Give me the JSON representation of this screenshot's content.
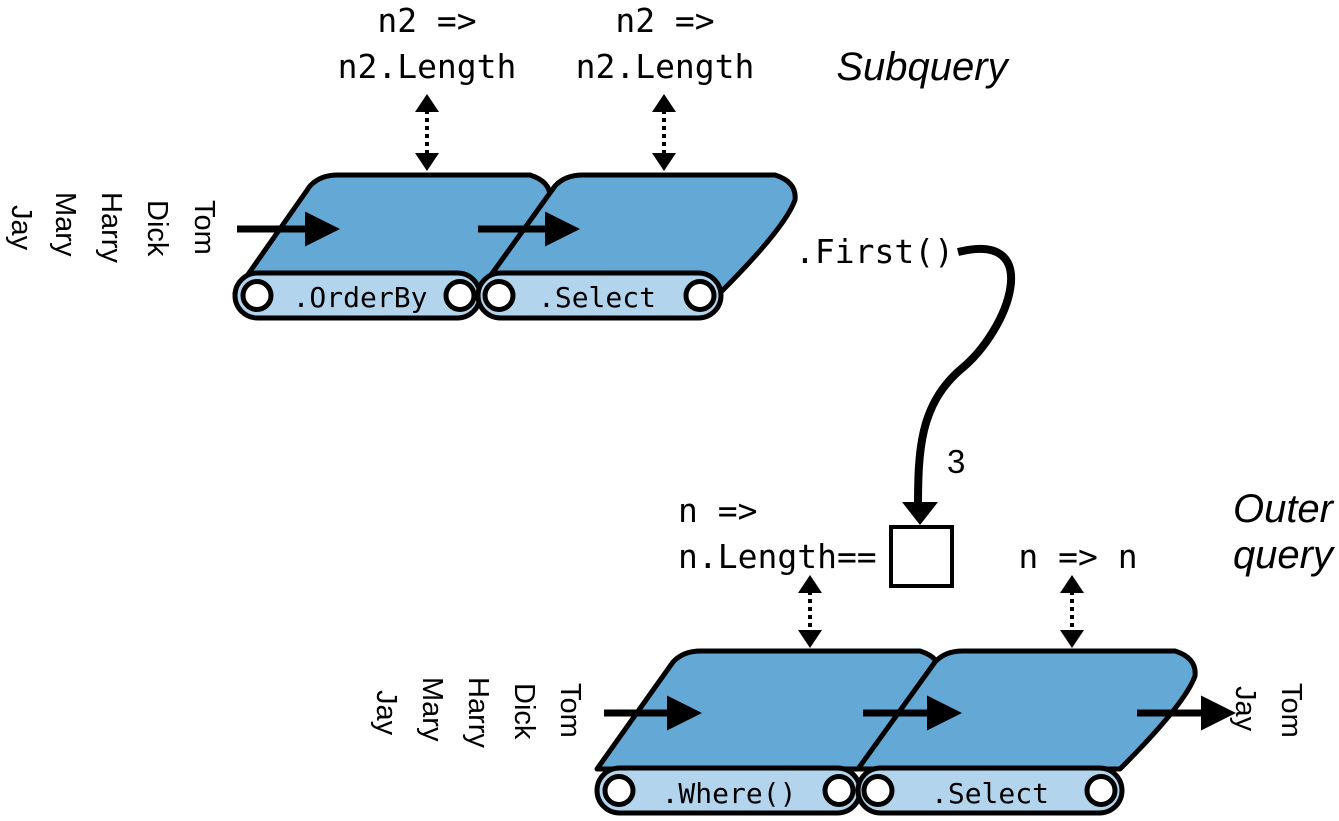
{
  "subquery": {
    "label": "Subquery",
    "input_items": [
      "Tom",
      "Dick",
      "Harry",
      "Mary",
      "Jay"
    ],
    "operator1": {
      "name": ".OrderBy",
      "lambda_line1": "n2 =>",
      "lambda_line2": "n2.Length"
    },
    "operator2": {
      "name": ".Select",
      "lambda_line1": "n2 =>",
      "lambda_line2": "n2.Length"
    },
    "first_call": ".First()",
    "result_value": "3"
  },
  "outer_query": {
    "label_line1": "Outer",
    "label_line2": "query",
    "input_items": [
      "Tom",
      "Dick",
      "Harry",
      "Mary",
      "Jay"
    ],
    "operator1": {
      "name": ".Where()",
      "lambda_line1": "n =>",
      "lambda_line2": "n.Length=="
    },
    "operator2": {
      "name": ".Select",
      "lambda": "n => n"
    },
    "output_items": [
      "Tom",
      "Jay"
    ]
  },
  "colors": {
    "belt_fill": "#64a9d6",
    "roller_fill": "#b2d4ec",
    "stroke": "#000000"
  }
}
